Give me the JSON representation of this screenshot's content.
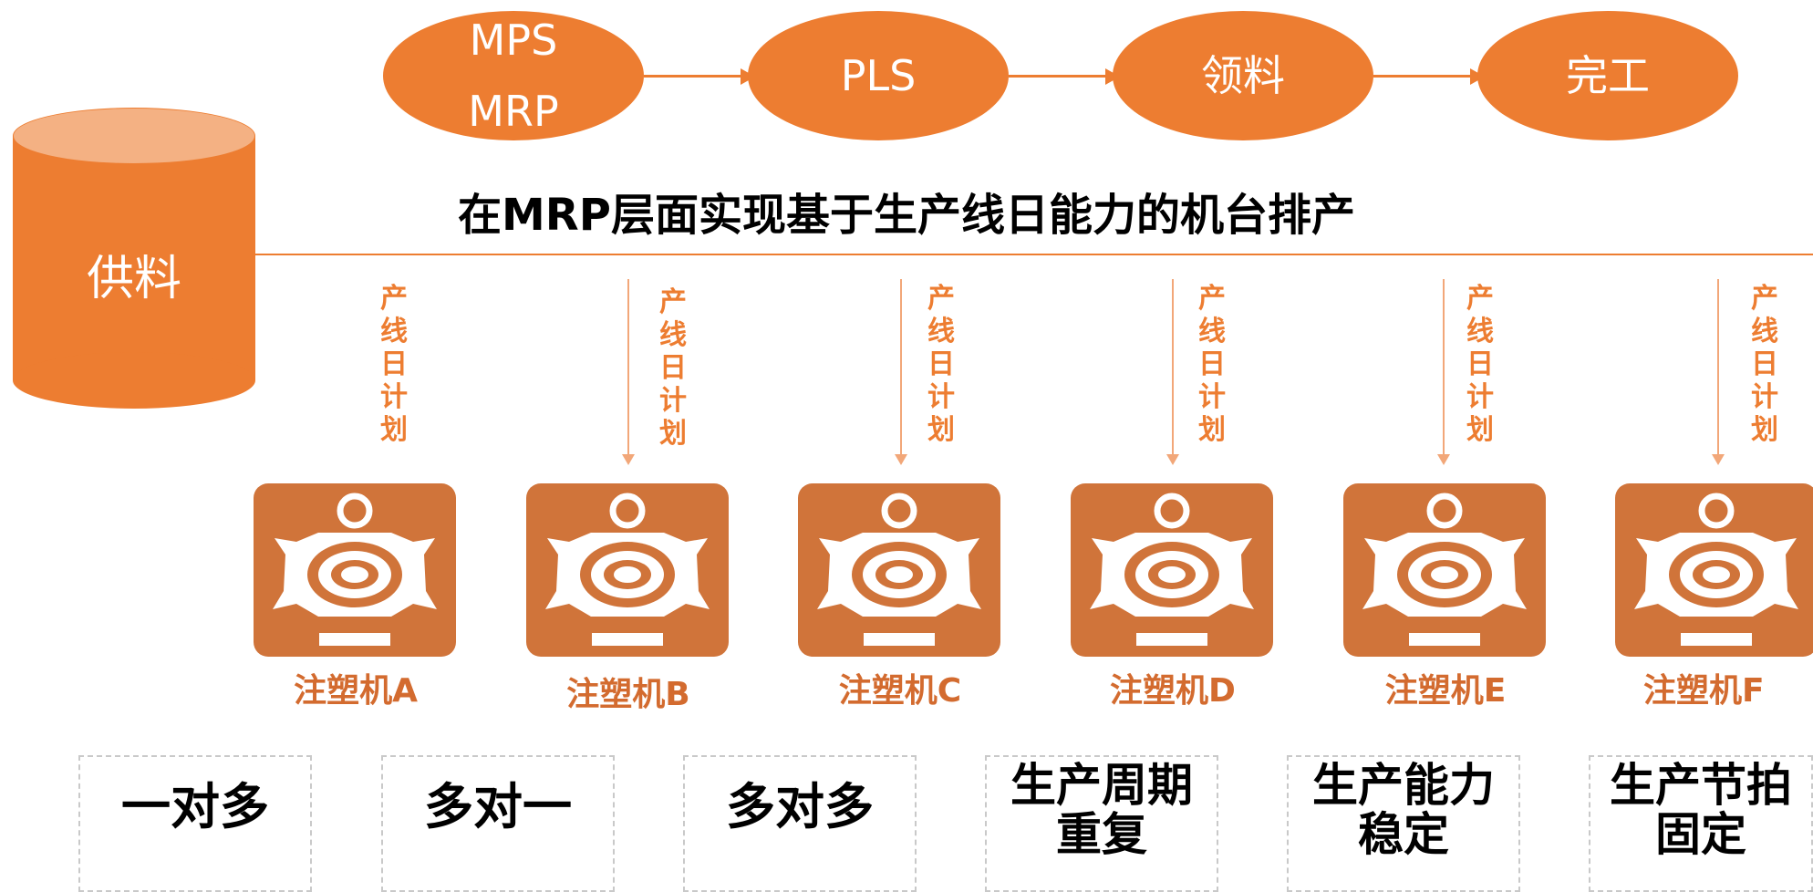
{
  "flow": {
    "nodes": [
      {
        "lines": [
          "MPS",
          "MRP"
        ]
      },
      {
        "lines": [
          "PLS"
        ]
      },
      {
        "lines": [
          "领料"
        ]
      },
      {
        "lines": [
          "完工"
        ]
      }
    ]
  },
  "supply": {
    "label": "供料"
  },
  "headline": "在MRP层面实现基于生产线日能力的机台排产",
  "daily_plan": {
    "chars": [
      "产",
      "线",
      "日",
      "计",
      "划"
    ]
  },
  "machines": [
    {
      "label": "注塑机A"
    },
    {
      "label": "注塑机B"
    },
    {
      "label": "注塑机C"
    },
    {
      "label": "注塑机D"
    },
    {
      "label": "注塑机E"
    },
    {
      "label": "注塑机F"
    }
  ],
  "features": [
    {
      "lines": [
        "一对多"
      ]
    },
    {
      "lines": [
        "多对一"
      ]
    },
    {
      "lines": [
        "多对多"
      ]
    },
    {
      "lines": [
        "生产周期",
        "重复"
      ]
    },
    {
      "lines": [
        "生产能力",
        "稳定"
      ]
    },
    {
      "lines": [
        "生产节拍",
        "固定"
      ]
    }
  ],
  "colors": {
    "accent": "#ED7D31",
    "machine": "#D0743A",
    "cylinder_top": "#F4B183"
  }
}
